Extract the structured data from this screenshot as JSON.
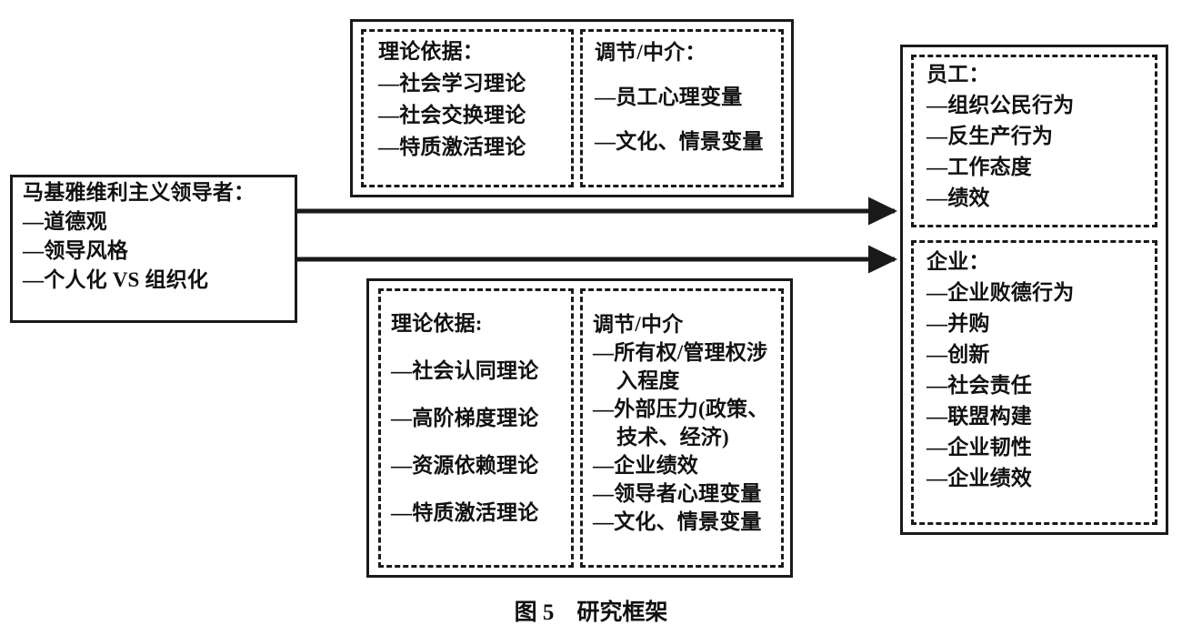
{
  "figure": {
    "caption": "图 5　研究框架"
  },
  "antecedent": {
    "title": "马基雅维利主义领导者：",
    "items": [
      "—道德观",
      "—领导风格",
      "—个人化 VS 组织化"
    ]
  },
  "employee_path": {
    "theory": {
      "title": "理论依据：",
      "items": [
        "—社会学习理论",
        "—社会交换理论",
        "—特质激活理论"
      ]
    },
    "mediator": {
      "title": "调节/中介：",
      "items": [
        "—员工心理变量",
        "—文化、情景变量"
      ]
    }
  },
  "firm_path": {
    "theory": {
      "title": "理论依据:",
      "items": [
        "—社会认同理论",
        "—高阶梯度理论",
        "—资源依赖理论",
        "—特质激活理论"
      ]
    },
    "mediator": {
      "title": "调节/中介",
      "items": [
        "—所有权/管理权涉",
        "入程度",
        "—外部压力(政策、",
        "技术、经济)",
        "—企业绩效",
        "—领导者心理变量",
        "—文化、情景变量"
      ]
    }
  },
  "outcomes": {
    "employee": {
      "title": "员工：",
      "items": [
        "—组织公民行为",
        "—反生产行为",
        "—工作态度",
        "—绩效"
      ]
    },
    "firm": {
      "title": "企业：",
      "items": [
        "—企业败德行为",
        "—并购",
        "—创新",
        "—社会责任",
        "—联盟构建",
        "—企业韧性",
        "—企业绩效"
      ]
    }
  },
  "arrows": [
    {
      "name": "arrow-to-employee-outcomes"
    },
    {
      "name": "arrow-to-firm-outcomes"
    }
  ],
  "colors": {
    "stroke": "#1a1a1a",
    "text": "#111111",
    "background": "#ffffff"
  }
}
